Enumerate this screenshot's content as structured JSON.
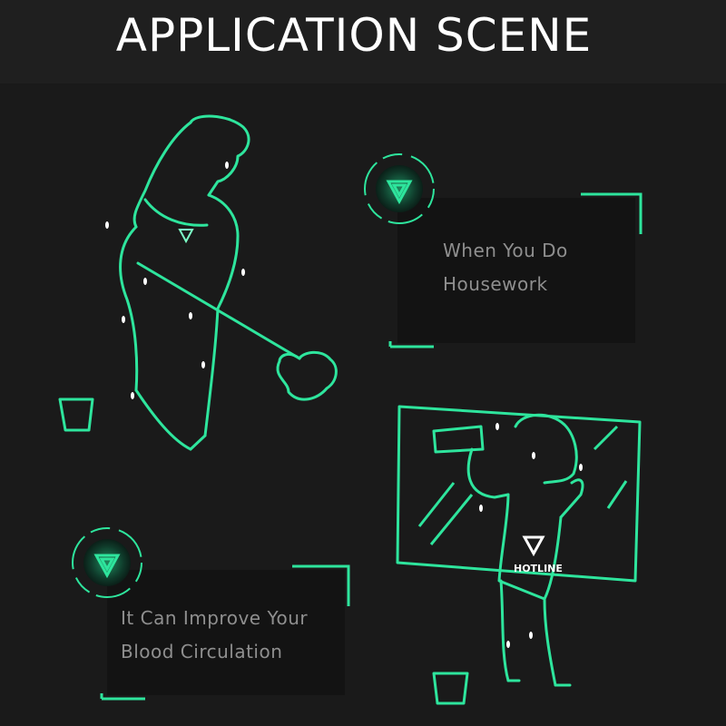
{
  "header": {
    "title": "APPLICATION SCENE"
  },
  "scenes": [
    {
      "caption_line1": "When You Do",
      "caption_line2": "Housework",
      "icon": "hotline-logo-icon"
    },
    {
      "caption_line1": "It Can Improve Your",
      "caption_line2": "Blood Circulation",
      "icon": "hotline-logo-icon"
    }
  ],
  "figure": {
    "shirt_text": "HOTLINE"
  },
  "colors": {
    "accent": "#2ee59d",
    "background": "#1a1a1a",
    "text": "#8f8f8f"
  }
}
